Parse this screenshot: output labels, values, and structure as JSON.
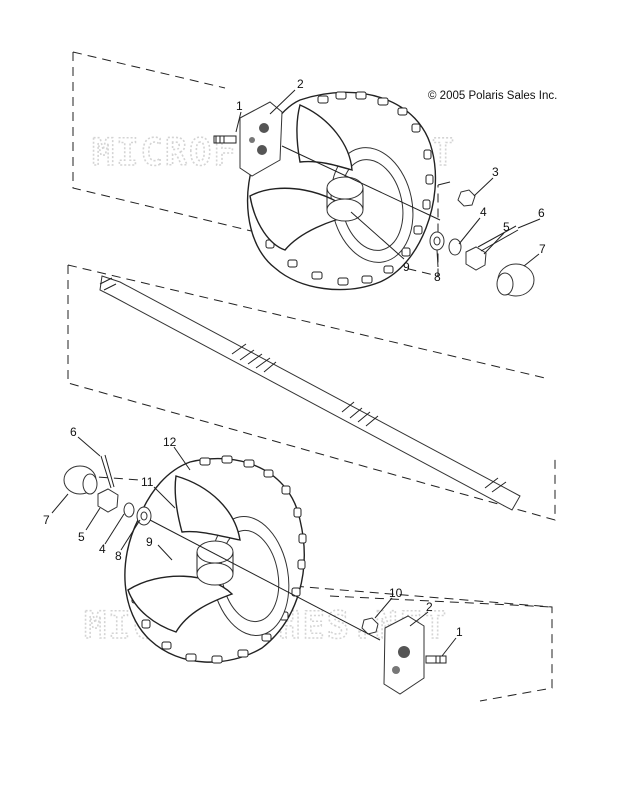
{
  "copyright": "© 2005 Polaris Sales Inc.",
  "watermark": "MICROFICHES.NET",
  "callouts": {
    "top": {
      "c1": "1",
      "c2": "2",
      "c3": "3",
      "c4": "4",
      "c5": "5",
      "c6": "6",
      "c7": "7",
      "c8": "8",
      "c9": "9"
    },
    "bottom": {
      "c1": "1",
      "c2": "2",
      "c4": "4",
      "c5": "5",
      "c6": "6",
      "c7": "7",
      "c8": "8",
      "c9": "9",
      "c10": "10",
      "c11": "11",
      "c12": "12"
    }
  }
}
